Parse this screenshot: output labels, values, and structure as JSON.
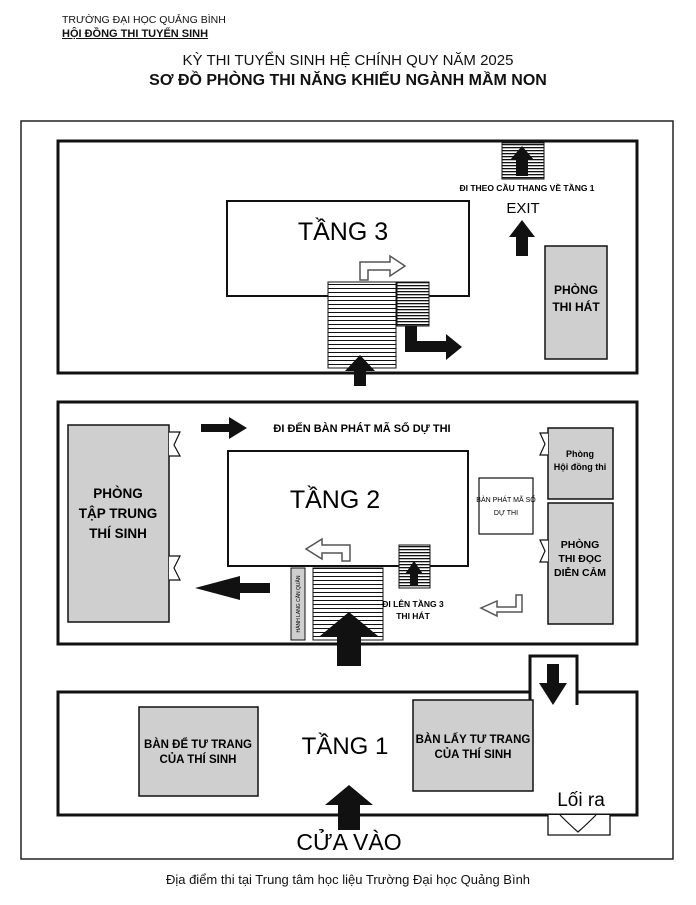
{
  "header": {
    "university": "TRƯỜNG ĐẠI HỌC QUẢNG BÌNH",
    "council": "HỘI ĐỒNG THI TUYỂN SINH"
  },
  "title": {
    "line1": "KỲ THI TUYỂN SINH HỆ CHÍNH QUY NĂM 2025",
    "line2": "SƠ ĐỒ PHÒNG THI NĂNG KHIẾU NGÀNH MẦM NON"
  },
  "floor3": {
    "label": "TẦNG 3",
    "stairs_note": "ĐI THEO CẦU THANG VỀ TẦNG 1",
    "exit": "EXIT",
    "room_singing": [
      "PHÒNG",
      "THI HÁT"
    ]
  },
  "floor2": {
    "label": "TẦNG 2",
    "to_desk_note": "ĐI ĐẾN BÀN PHÁT MÃ SỐ DỰ THI",
    "room_gathering": [
      "PHÒNG",
      "TẬP TRUNG",
      "THÍ SINH"
    ],
    "council_room": [
      "Phòng",
      "Hội đồng thi"
    ],
    "number_desk": [
      "BÀN PHÁT MÃ SỐ",
      "DỰ THI"
    ],
    "room_reading": [
      "PHÒNG",
      "THI ĐỌC",
      "DIỄN CẢM"
    ],
    "up_note": [
      "ĐI LÊN TẦNG 3",
      "THI HÁT"
    ],
    "corridor_label": "HÀNH LANG CĂN QUÂN"
  },
  "floor1": {
    "label": "TẦNG 1",
    "deposit_desk": [
      "BÀN ĐỂ TƯ TRANG",
      "CỦA THÍ SINH"
    ],
    "pickup_desk": [
      "BÀN LẤY TƯ TRANG",
      "CỦA THÍ SINH"
    ],
    "exit_label": "Lối ra",
    "entrance_label": "CỬA VÀO"
  },
  "footer": "Địa điểm thi tại Trung tâm học liệu Trường Đại học Quảng Bình",
  "colors": {
    "room_fill": "#cfcfcf",
    "line": "#111111"
  }
}
